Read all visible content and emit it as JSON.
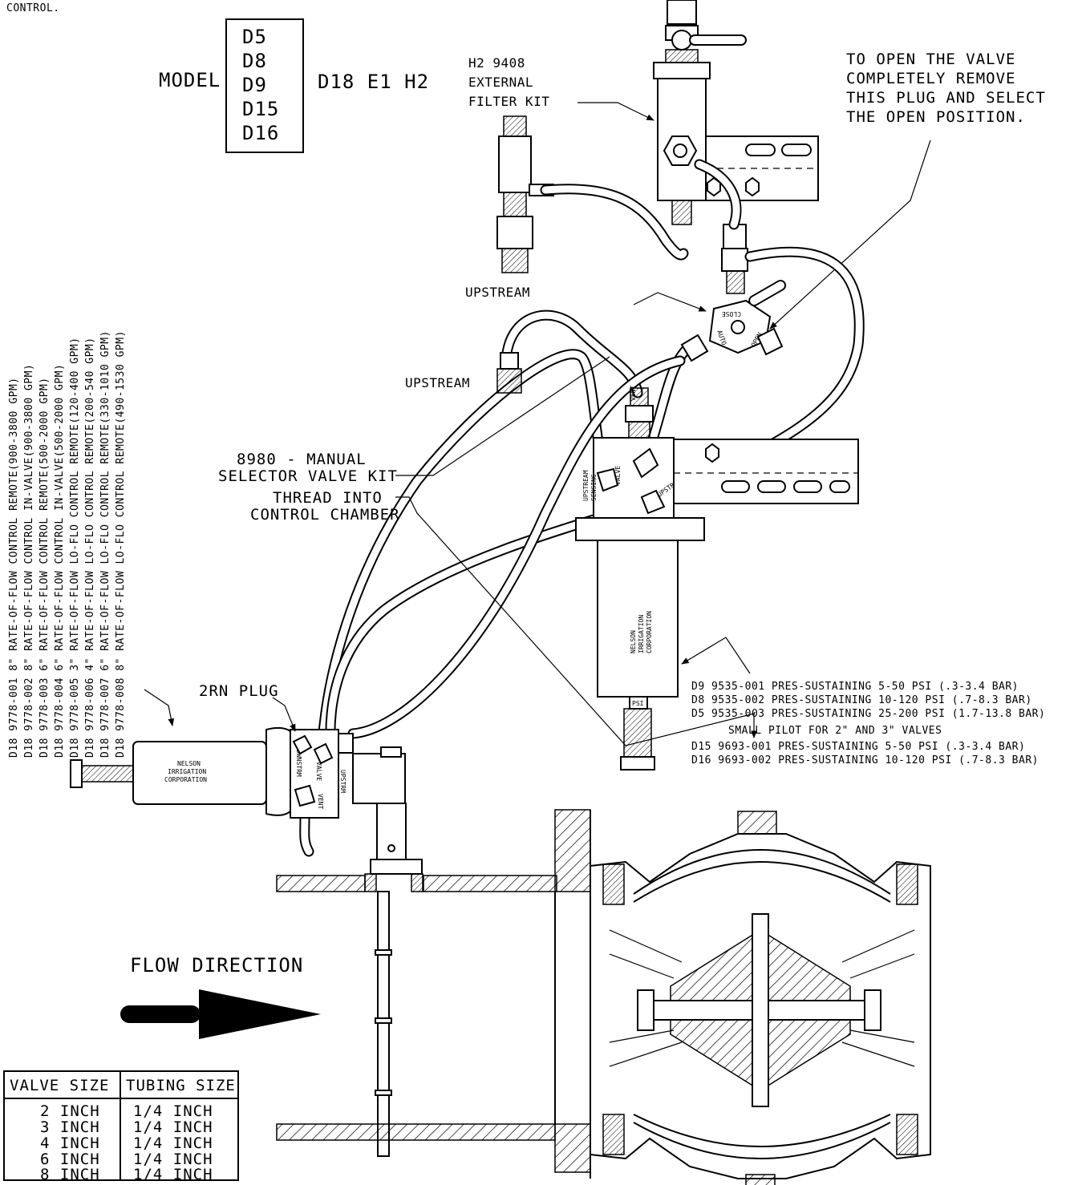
{
  "header_fragment": "CONTROL.",
  "model": {
    "label": "MODEL",
    "options": [
      "D5",
      "D8",
      "D9",
      "D15",
      "D16"
    ],
    "suffix": "D18 E1 H2"
  },
  "vertical_list": [
    "D18 9778-001 8\" RATE-OF-FLOW CONTROL REMOTE(900-3800 GPM)",
    "D18 9778-002 8\" RATE-OF-FLOW CONTROL IN-VALVE(900-3800 GPM)",
    "D18 9778-003 6\" RATE-OF-FLOW CONTROL REMOTE(500-2000 GPM)",
    "D18 9778-004 6\" RATE-OF-FLOW CONTROL IN-VALVE(500-2000 GPM)",
    "D18 9778-005 3\" RATE-OF-FLOW LO-FLO CONTROL REMOTE(120-400 GPM)",
    "D18 9778-006 4\" RATE-OF-FLOW LO-FLO CONTROL REMOTE(200-540 GPM)",
    "D18 9778-007 6\" RATE-OF-FLOW LO-FLO CONTROL REMOTE(330-1010 GPM)",
    "D18 9778-008 8\" RATE-OF-FLOW LO-FLO CONTROL REMOTE(490-1530 GPM)"
  ],
  "filter_kit": [
    "H2 9408",
    "EXTERNAL",
    "FILTER KIT"
  ],
  "open_note": [
    "TO OPEN THE VALVE",
    "COMPLETELY REMOVE",
    "THIS PLUG AND SELECT",
    "THE OPEN POSITION."
  ],
  "upstream_1": "UPSTREAM",
  "upstream_2": "UPSTREAM",
  "selector_kit": [
    "8980 - MANUAL",
    "SELECTOR VALVE KIT"
  ],
  "thread_note": [
    "THREAD INTO",
    "CONTROL CHAMBER"
  ],
  "plug_label": "2RN PLUG",
  "pilot_list": [
    "D9 9535-001 PRES-SUSTAINING 5-50 PSI (.3-3.4 BAR)",
    "D8 9535-002 PRES-SUSTAINING 10-120 PSI (.7-8.3 BAR)",
    "D5 9535-003 PRES-SUSTAINING 25-200 PSI (1.7-13.8 BAR)",
    "SMALL PILOT FOR 2\" AND 3\" VALVES",
    "D15 9693-001 PRES-SUSTAINING 5-50 PSI (.3-3.4 BAR)",
    "D16 9693-002 PRES-SUSTAINING 10-120 PSI (.7-8.3 BAR)"
  ],
  "nameplate": [
    "NELSON",
    "IRRIGATION",
    "CORPORATION"
  ],
  "port_labels": {
    "vent": "VENT",
    "valve": "VALVE",
    "upstream": "UPSTREAM",
    "upstream_sensing": [
      "UPSTREAM",
      "SENSING"
    ],
    "upstrm": "UPSTRM",
    "dwnstrm": "DWNSTRM",
    "auto": "AUTO",
    "open": "OPEN",
    "close": "CLOSE",
    "psi": "PSI"
  },
  "flow_label": "FLOW DIRECTION",
  "size_table": {
    "headers": [
      "VALVE SIZE",
      "TUBING SIZE"
    ],
    "rows": [
      [
        "2 INCH",
        "1/4 INCH"
      ],
      [
        "3 INCH",
        "1/4 INCH"
      ],
      [
        "4 INCH",
        "1/4 INCH"
      ],
      [
        "6 INCH",
        "1/4 INCH"
      ],
      [
        "8 INCH",
        "1/4 INCH"
      ]
    ]
  }
}
